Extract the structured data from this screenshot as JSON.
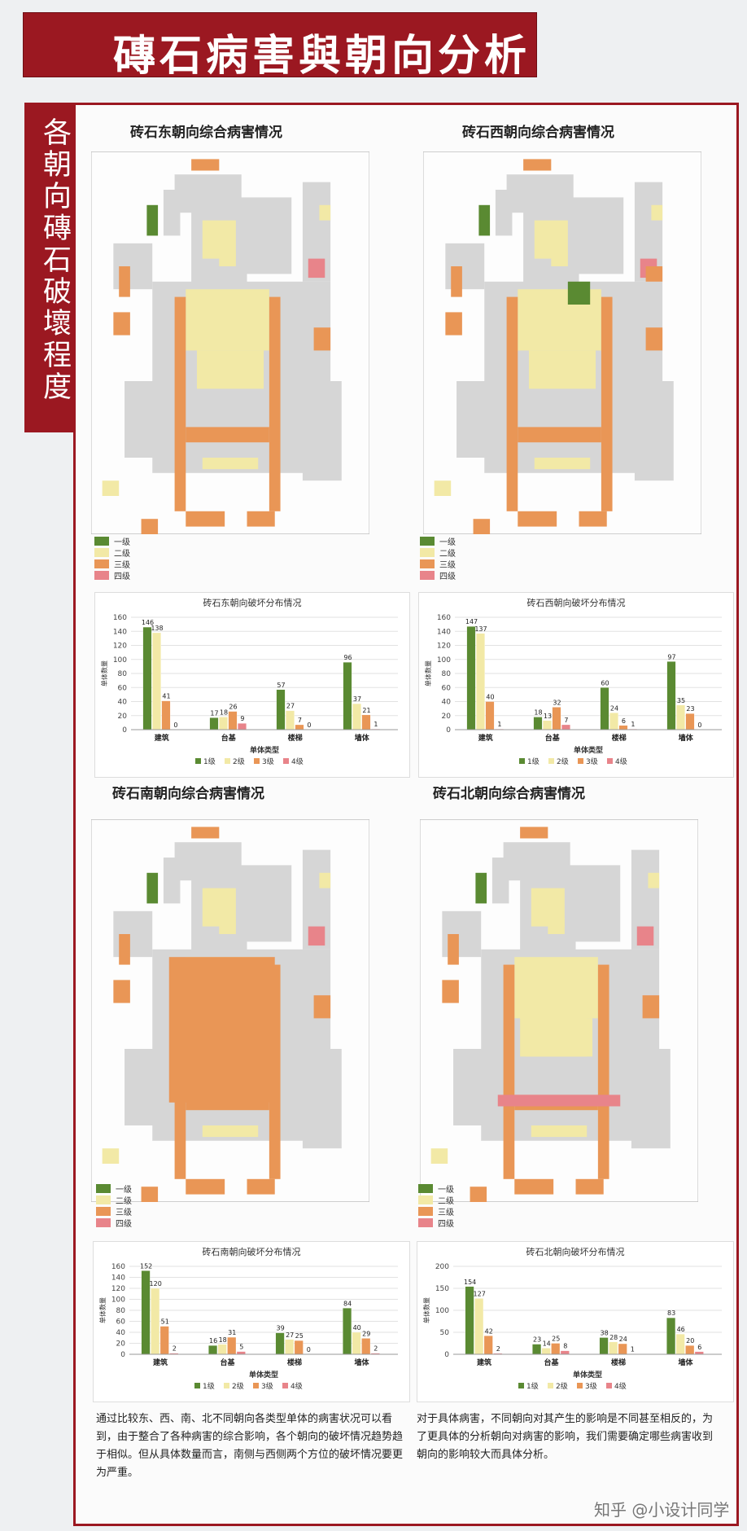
{
  "page_title": "磚石病害與朝向分析",
  "side_title": "各朝向磚石破壞程度",
  "legend_levels": [
    "一级",
    "二级",
    "三级",
    "四级"
  ],
  "level_colors": [
    "#5a8a32",
    "#f2e9a6",
    "#e99656",
    "#e8848a"
  ],
  "chart_legend": [
    "1级",
    "2级",
    "3级",
    "4级"
  ],
  "quadrants": [
    {
      "map_title": "砖石东朝向综合病害情况",
      "chart_data": {
        "type": "bar",
        "title": "砖石东朝向破坏分布情况",
        "ylabel": "单体数量",
        "xlabel": "单体类型",
        "categories": [
          "建筑",
          "台基",
          "楼梯",
          "墙体"
        ],
        "ylim": [
          0,
          160
        ],
        "yticks": [
          0,
          20,
          40,
          60,
          80,
          100,
          120,
          140,
          160
        ],
        "series": [
          {
            "name": "1级",
            "values": [
              146,
              17,
              57,
              96
            ]
          },
          {
            "name": "2级",
            "values": [
              138,
              18,
              27,
              37
            ]
          },
          {
            "name": "3级",
            "values": [
              41,
              26,
              7,
              21
            ]
          },
          {
            "name": "4级",
            "values": [
              0,
              9,
              0,
              1
            ]
          }
        ]
      }
    },
    {
      "map_title": "砖石西朝向综合病害情况",
      "chart_data": {
        "type": "bar",
        "title": "砖石西朝向破坏分布情况",
        "ylabel": "单体数量",
        "xlabel": "单体类型",
        "categories": [
          "建筑",
          "台基",
          "楼梯",
          "墙体"
        ],
        "ylim": [
          0,
          160
        ],
        "yticks": [
          0,
          20,
          40,
          60,
          80,
          100,
          120,
          140,
          160
        ],
        "series": [
          {
            "name": "1级",
            "values": [
              147,
              18,
              60,
              97
            ]
          },
          {
            "name": "2级",
            "values": [
              137,
              13,
              24,
              35
            ]
          },
          {
            "name": "3级",
            "values": [
              40,
              32,
              6,
              23
            ]
          },
          {
            "name": "4级",
            "values": [
              1,
              7,
              1,
              0
            ]
          }
        ]
      }
    },
    {
      "map_title": "砖石南朝向综合病害情况",
      "chart_data": {
        "type": "bar",
        "title": "砖石南朝向破坏分布情况",
        "ylabel": "单体数量",
        "xlabel": "单体类型",
        "categories": [
          "建筑",
          "台基",
          "楼梯",
          "墙体"
        ],
        "ylim": [
          0,
          160
        ],
        "yticks": [
          0,
          20,
          40,
          60,
          80,
          100,
          120,
          140,
          160
        ],
        "series": [
          {
            "name": "1级",
            "values": [
              152,
              16,
              39,
              84
            ]
          },
          {
            "name": "2级",
            "values": [
              120,
              18,
              27,
              40
            ]
          },
          {
            "name": "3级",
            "values": [
              51,
              31,
              25,
              29
            ]
          },
          {
            "name": "4级",
            "values": [
              2,
              5,
              0,
              2
            ]
          }
        ]
      }
    },
    {
      "map_title": "砖石北朝向综合病害情况",
      "chart_data": {
        "type": "bar",
        "title": "砖石北朝向破坏分布情况",
        "ylabel": "单体数量",
        "xlabel": "单体类型",
        "categories": [
          "建筑",
          "台基",
          "楼梯",
          "墙体"
        ],
        "ylim": [
          0,
          200
        ],
        "yticks": [
          0,
          50,
          100,
          150,
          200
        ],
        "series": [
          {
            "name": "1级",
            "values": [
              154,
              23,
              38,
              83
            ]
          },
          {
            "name": "2级",
            "values": [
              127,
              14,
              28,
              46
            ]
          },
          {
            "name": "3级",
            "values": [
              42,
              25,
              24,
              20
            ]
          },
          {
            "name": "4级",
            "values": [
              2,
              8,
              1,
              6
            ]
          }
        ]
      }
    }
  ],
  "paragraph_left": "通过比较东、西、南、北不同朝向各类型单体的病害状况可以看到，由于整合了各种病害的综合影响，各个朝向的破坏情况趋势趋于相似。但从具体数量而言，南侧与西侧两个方位的破坏情况要更为严重。",
  "paragraph_right": "对于具体病害，不同朝向对其产生的影响是不同甚至相反的，为了更具体的分析朝向对病害的影响，我们需要确定哪些病害收到朝向的影响较大而具体分析。",
  "watermark": "知乎 @小设计同学"
}
